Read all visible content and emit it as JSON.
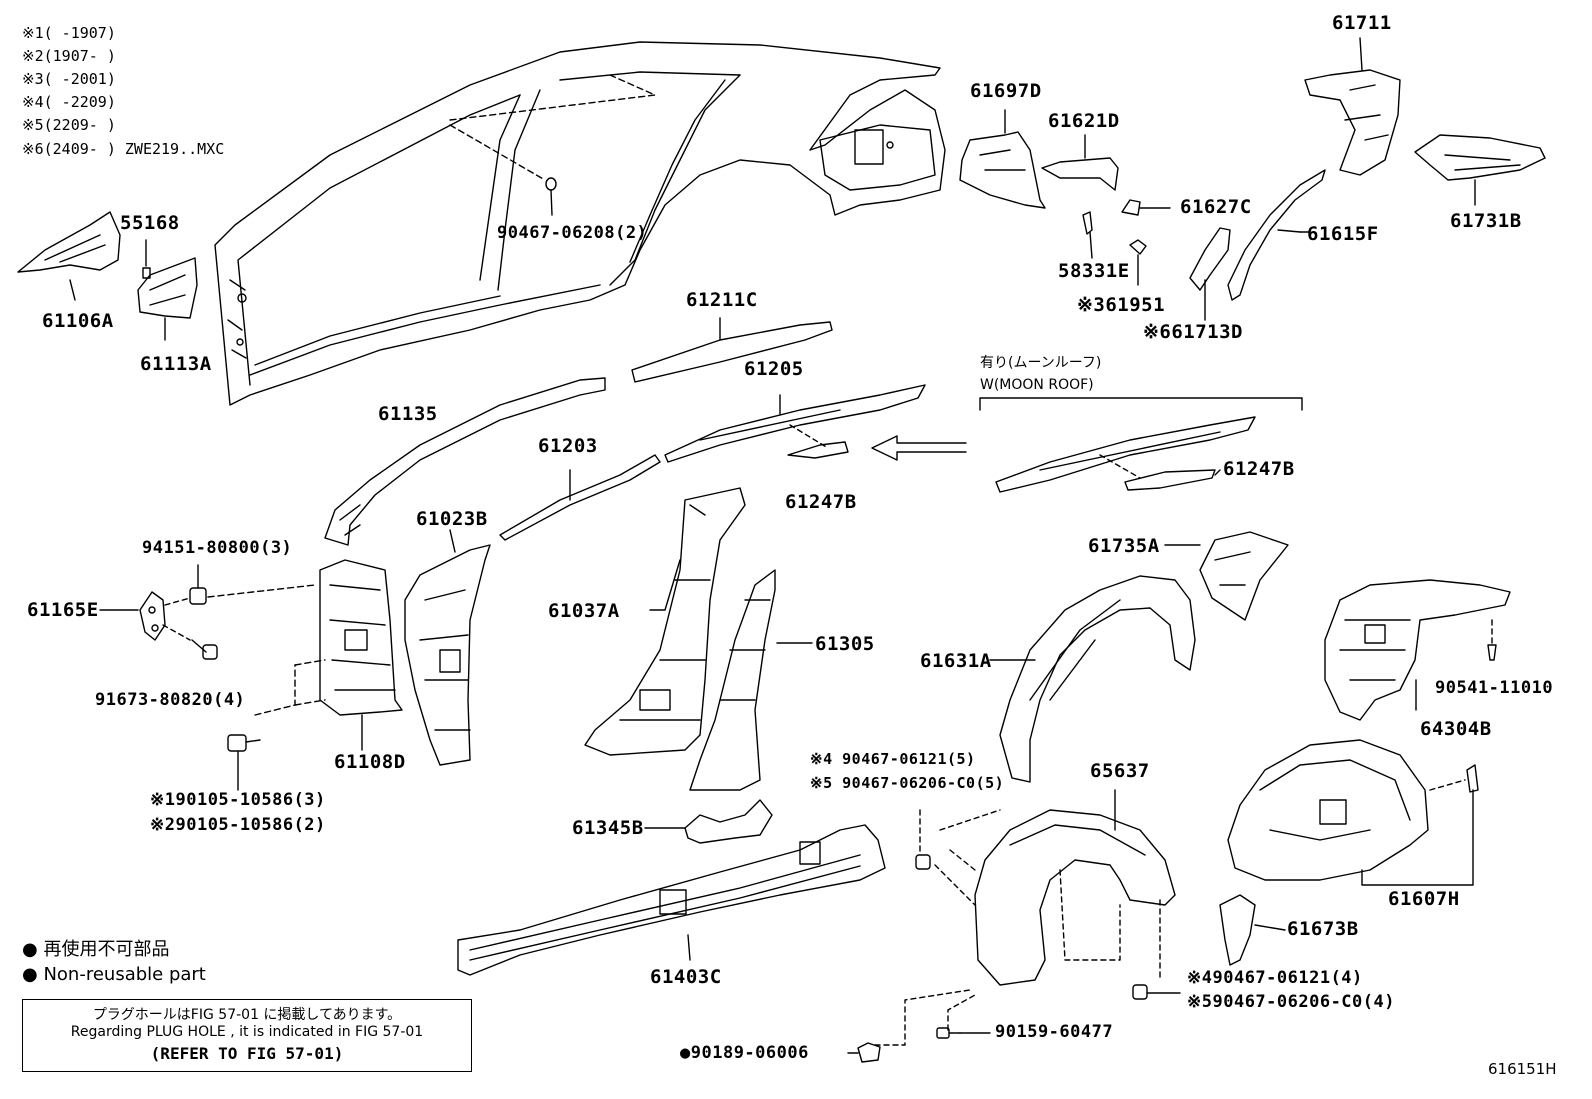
{
  "diagram_id": "616151H",
  "legend": [
    {
      "mark": "※1",
      "range": "(      -1907)"
    },
    {
      "mark": "※2",
      "range": "(1907-      )"
    },
    {
      "mark": "※3",
      "range": "(      -2001)"
    },
    {
      "mark": "※4",
      "range": "(      -2209)"
    },
    {
      "mark": "※5",
      "range": "(2209-      )"
    },
    {
      "mark": "※6",
      "range": "(2409-      ) ZWE219..MXC"
    }
  ],
  "moonroof": {
    "jp": "有り(ムーンルーフ)",
    "en": "W(MOON ROOF)"
  },
  "non_reusable": {
    "jp": "再使用不可部品",
    "en": "Non-reusable part"
  },
  "note": {
    "jp": "プラグホールはFIG 57-01 に掲載してあります。",
    "en": "Regarding PLUG HOLE , it is indicated in FIG 57-01",
    "ref": "(REFER TO FIG 57-01)"
  },
  "parts": {
    "p61711": "61711",
    "p61697D": "61697D",
    "p61621D": "61621D",
    "p61627C": "61627C",
    "p61731B": "61731B",
    "p61615F": "61615F",
    "p58331E": "58331E",
    "p61951": "61951",
    "p61951_mark": "※3",
    "p61713D": "61713D",
    "p61713D_mark": "※6",
    "p55168": "55168",
    "p61106A": "61106A",
    "p61113A": "61113A",
    "p90467_06208": "90467-06208(2)",
    "p61211C": "61211C",
    "p61205": "61205",
    "p61135": "61135",
    "p61203": "61203",
    "p61247B_a": "61247B",
    "p61247B_b": "61247B",
    "p94151": "94151-80800(3)",
    "p61165E": "61165E",
    "p91673": "91673-80820(4)",
    "p61023B": "61023B",
    "p61108D": "61108D",
    "p61037A": "61037A",
    "p61305": "61305",
    "p61735A": "61735A",
    "p61631A": "61631A",
    "p90541": "90541-11010",
    "p64304B": "64304B",
    "p90105_1_mark": "※1",
    "p90105_1": "90105-10586(3)",
    "p90105_2_mark": "※2",
    "p90105_2": "90105-10586(2)",
    "p90467_06121_5_mark": "※4",
    "p90467_06121_5": "90467-06121(5)",
    "p90467_06206_5_mark": "※5",
    "p90467_06206_5": "90467-06206-C0(5)",
    "p65637": "65637",
    "p61345B": "61345B",
    "p61607H": "61607H",
    "p61673B": "61673B",
    "p61403C": "61403C",
    "p90467_06121_4_mark": "※4",
    "p90467_06121_4": "90467-06121(4)",
    "p90467_06206_4_mark": "※5",
    "p90467_06206_4": "90467-06206-C0(4)",
    "p90159": "90159-60477",
    "p90189": "90189-06006"
  }
}
